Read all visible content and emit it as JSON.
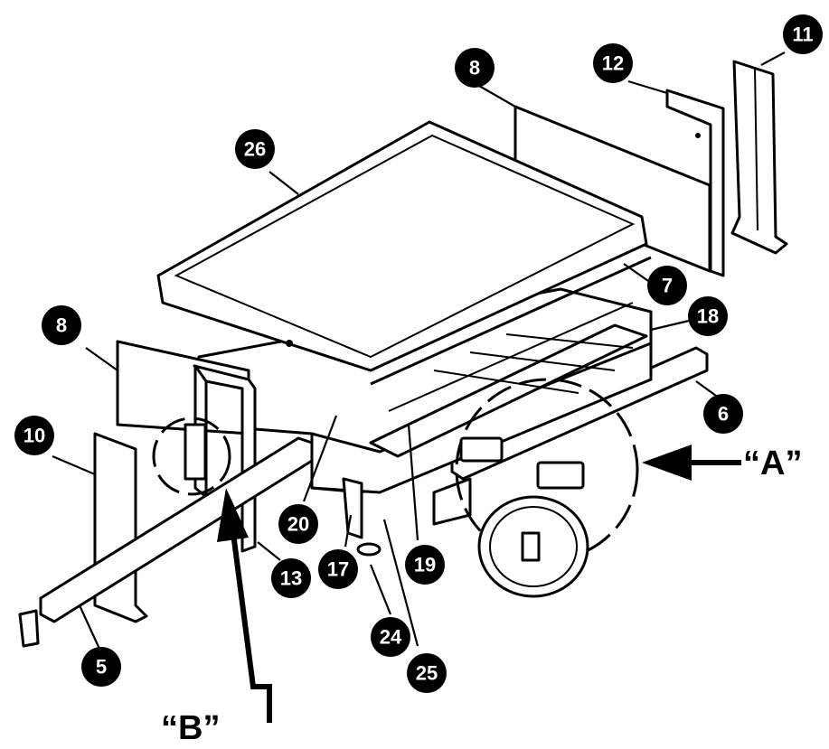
{
  "callouts": {
    "c5": "5",
    "c6": "6",
    "c7": "7",
    "c8a": "8",
    "c8b": "8",
    "c10": "10",
    "c11": "11",
    "c12": "12",
    "c13": "13",
    "c17": "17",
    "c18": "18",
    "c19": "19",
    "c20": "20",
    "c24": "24",
    "c25": "25",
    "c26": "26"
  },
  "views": {
    "a": "“A”",
    "b": "“B”"
  },
  "colors": {
    "ink": "#000000",
    "paper": "#ffffff"
  }
}
